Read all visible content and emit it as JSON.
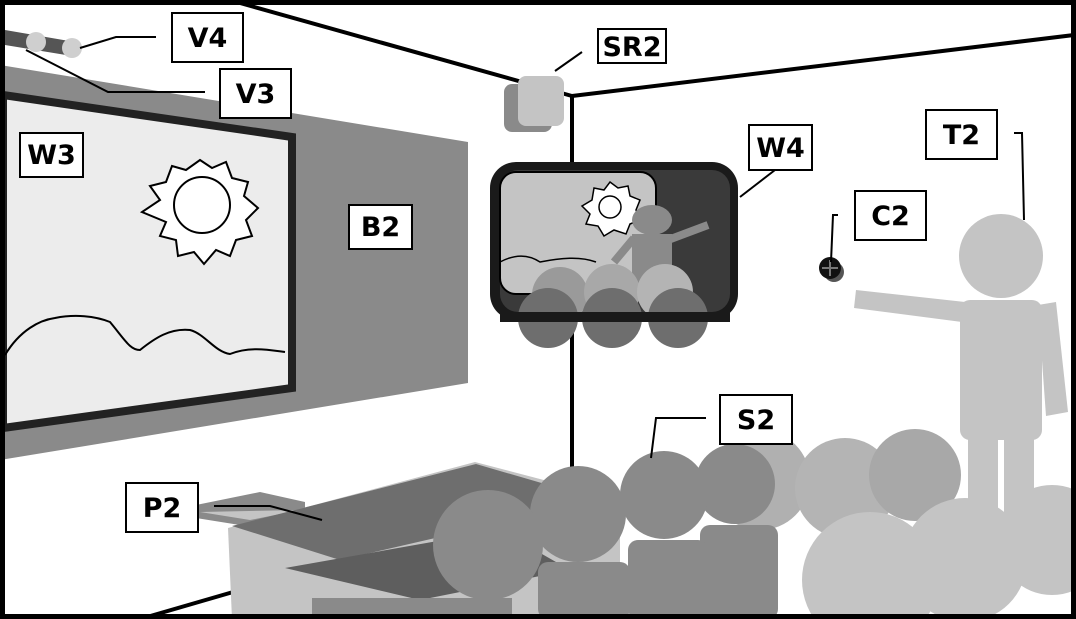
{
  "labels": {
    "v4": "V4",
    "v3": "V3",
    "sr2": "SR2",
    "w3": "W3",
    "b2": "B2",
    "w4": "W4",
    "t2": "T2",
    "c2": "C2",
    "s2": "S2",
    "p2": "P2"
  },
  "colors": {
    "frame": "#000000",
    "board": "#8a8a8a",
    "screen": "#ececec",
    "figure_light": "#c4c4c4",
    "figure_mid": "#9a9a9a",
    "figure_dark": "#6e6e6e"
  }
}
